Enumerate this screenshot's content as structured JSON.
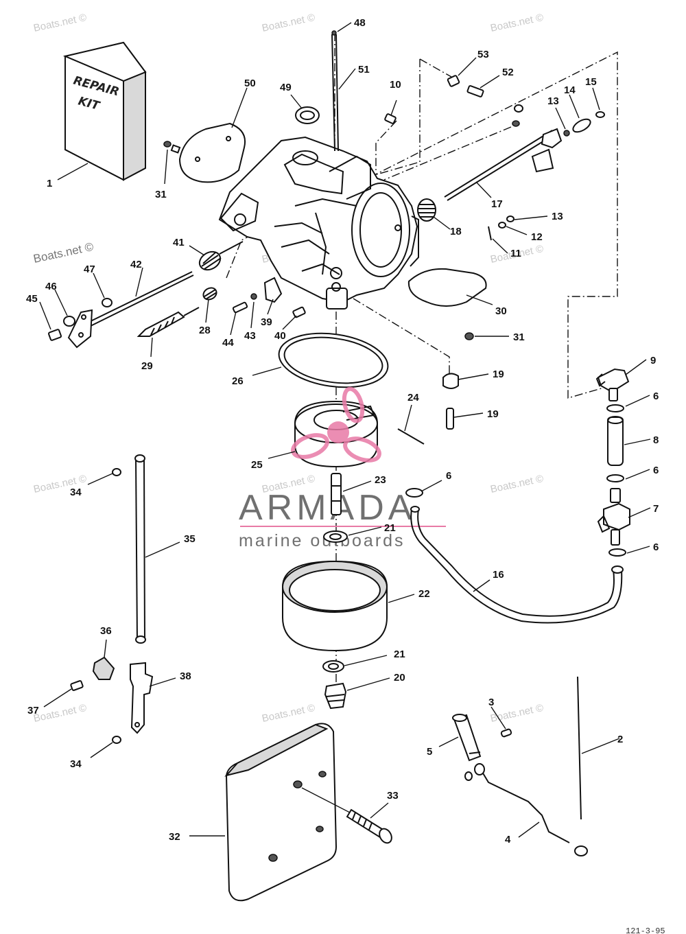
{
  "watermark": {
    "text": "Boats.net ©",
    "color": "#c8c8c8"
  },
  "repair_kit": {
    "line1": "REPAIR",
    "line2": "KIT"
  },
  "brand": {
    "name": "ARMADA",
    "tagline": "marine outboards",
    "accent_color": "#e87aa6",
    "text_color": "#707070"
  },
  "doc_number": "121-3-95",
  "callouts": [
    "1",
    "2",
    "3",
    "4",
    "5",
    "6",
    "6",
    "6",
    "6",
    "7",
    "8",
    "9",
    "10",
    "11",
    "12",
    "13",
    "13",
    "14",
    "15",
    "16",
    "17",
    "18",
    "19",
    "19",
    "20",
    "21",
    "21",
    "22",
    "23",
    "24",
    "25",
    "26",
    "28",
    "29",
    "30",
    "31",
    "31",
    "32",
    "33",
    "34",
    "34",
    "35",
    "36",
    "37",
    "38",
    "39",
    "40",
    "41",
    "42",
    "43",
    "44",
    "45",
    "46",
    "47",
    "48",
    "49",
    "50",
    "51",
    "52",
    "53"
  ]
}
